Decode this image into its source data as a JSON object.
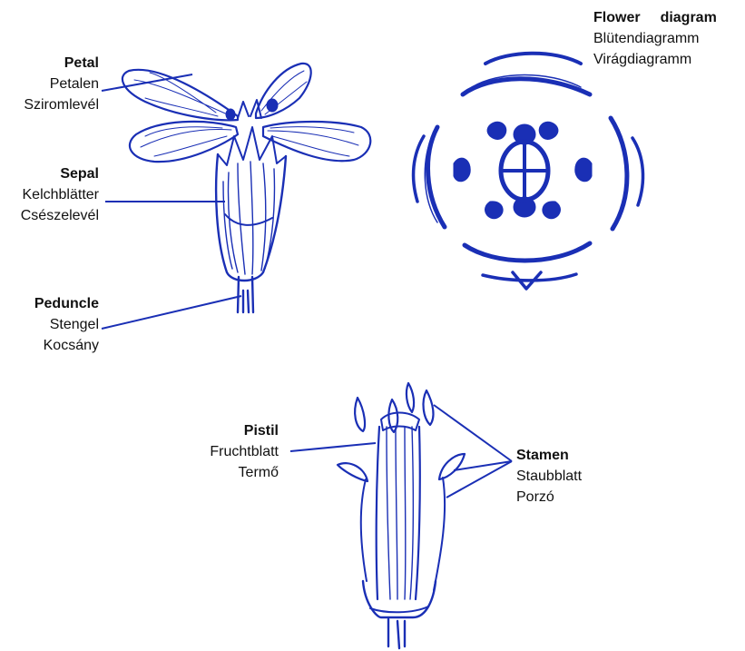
{
  "colors": {
    "ink": "#1a2fb5",
    "text": "#111111",
    "background": "#ffffff"
  },
  "labels": {
    "petal": {
      "title": "Petal",
      "lines": [
        "Petalen",
        "Sziromlevél"
      ]
    },
    "sepal": {
      "title": "Sepal",
      "lines": [
        "Kelchblätter",
        "Csészelevél"
      ]
    },
    "peduncle": {
      "title": "Peduncle",
      "lines": [
        "Stengel",
        "Kocsány"
      ]
    },
    "flower_diagram": {
      "title_words": [
        "Flower",
        "diagram"
      ],
      "lines": [
        "Blütendiagramm",
        "Virágdiagramm"
      ]
    },
    "pistil": {
      "title": "Pistil",
      "lines": [
        "Fruchtblatt",
        "Termő"
      ]
    },
    "stamen": {
      "title": "Stamen",
      "lines": [
        "Staubblatt",
        "Porzó"
      ]
    }
  }
}
